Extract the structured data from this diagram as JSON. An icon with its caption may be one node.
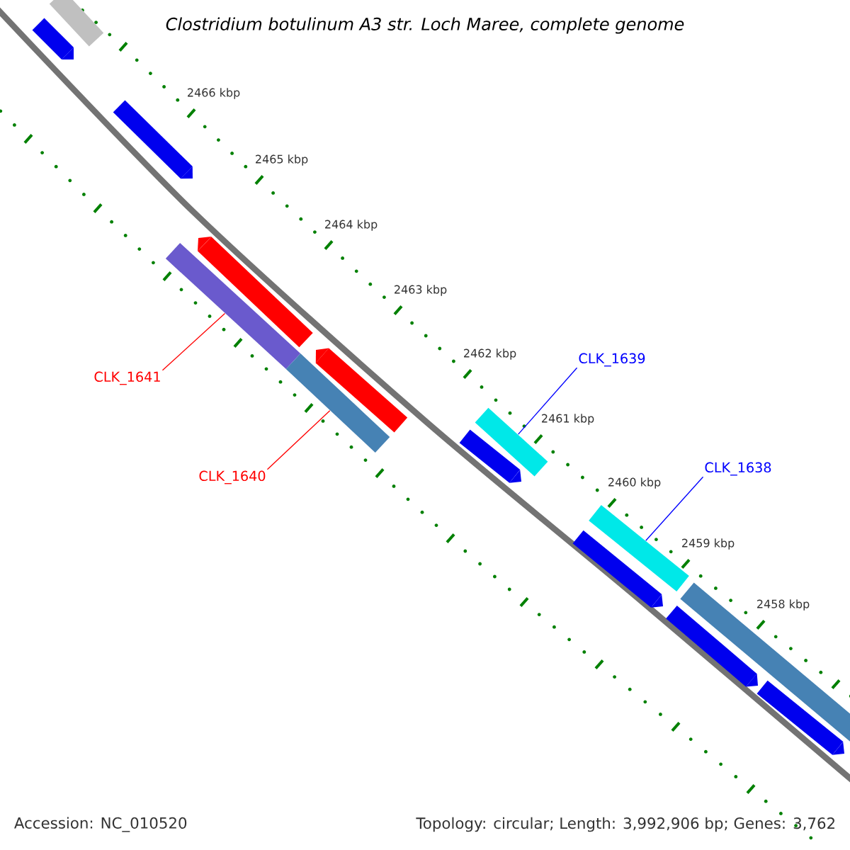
{
  "diagram": {
    "title": "Clostridium botulinum A3 str. Loch Maree, complete genome",
    "nodes": [
      {
        "text": [],
        "shape": "bar"
      },
      {
        "text": [],
        "shape": "bar"
      },
      {
        "text": [],
        "shape": "bar"
      },
      {
        "text": [],
        "shape": "bar"
      },
      {
        "text": [],
        "shape": "bar"
      },
      {
        "text": [],
        "shape": "bar"
      },
      {
        "text": [],
        "shape": "bar"
      },
      {
        "text": [],
        "shape": "bar"
      },
      {
        "text": [],
        "shape": "bar"
      },
      {
        "text": [],
        "shape": "bar"
      },
      {
        "text": [],
        "shape": "bar"
      },
      {
        "text": [],
        "shape": "bar"
      },
      {
        "text": [],
        "shape": "bar"
      },
      {
        "text": [],
        "shape": "bar"
      },
      {
        "text": [
          "CLK_1641"
        ]
      },
      {
        "text": [
          "CLK_1640"
        ]
      },
      {
        "text": [
          "CLK_1639"
        ]
      },
      {
        "text": [
          "CLK_1638"
        ]
      }
    ],
    "edges": [
      {
        "from": 14,
        "to": 5,
        "arrow": "none",
        "color": "#ff0000"
      },
      {
        "from": 15,
        "to": 6,
        "arrow": "none",
        "color": "#ff0000"
      },
      {
        "from": 16,
        "to": 7,
        "arrow": "none",
        "color": "#0000ff"
      },
      {
        "from": 17,
        "to": 9,
        "arrow": "none",
        "color": "#0000ff"
      }
    ],
    "labels": [
      "2466 kbp",
      "2465 kbp",
      "2464 kbp",
      "2463 kbp",
      "2462 kbp",
      "2461 kbp",
      "2460 kbp",
      "2459 kbp",
      "2458 kbp",
      "Accession: NC_010520",
      "Topology: circular; Length: 3,992,906 bp; Genes: 3,762"
    ]
  }
}
